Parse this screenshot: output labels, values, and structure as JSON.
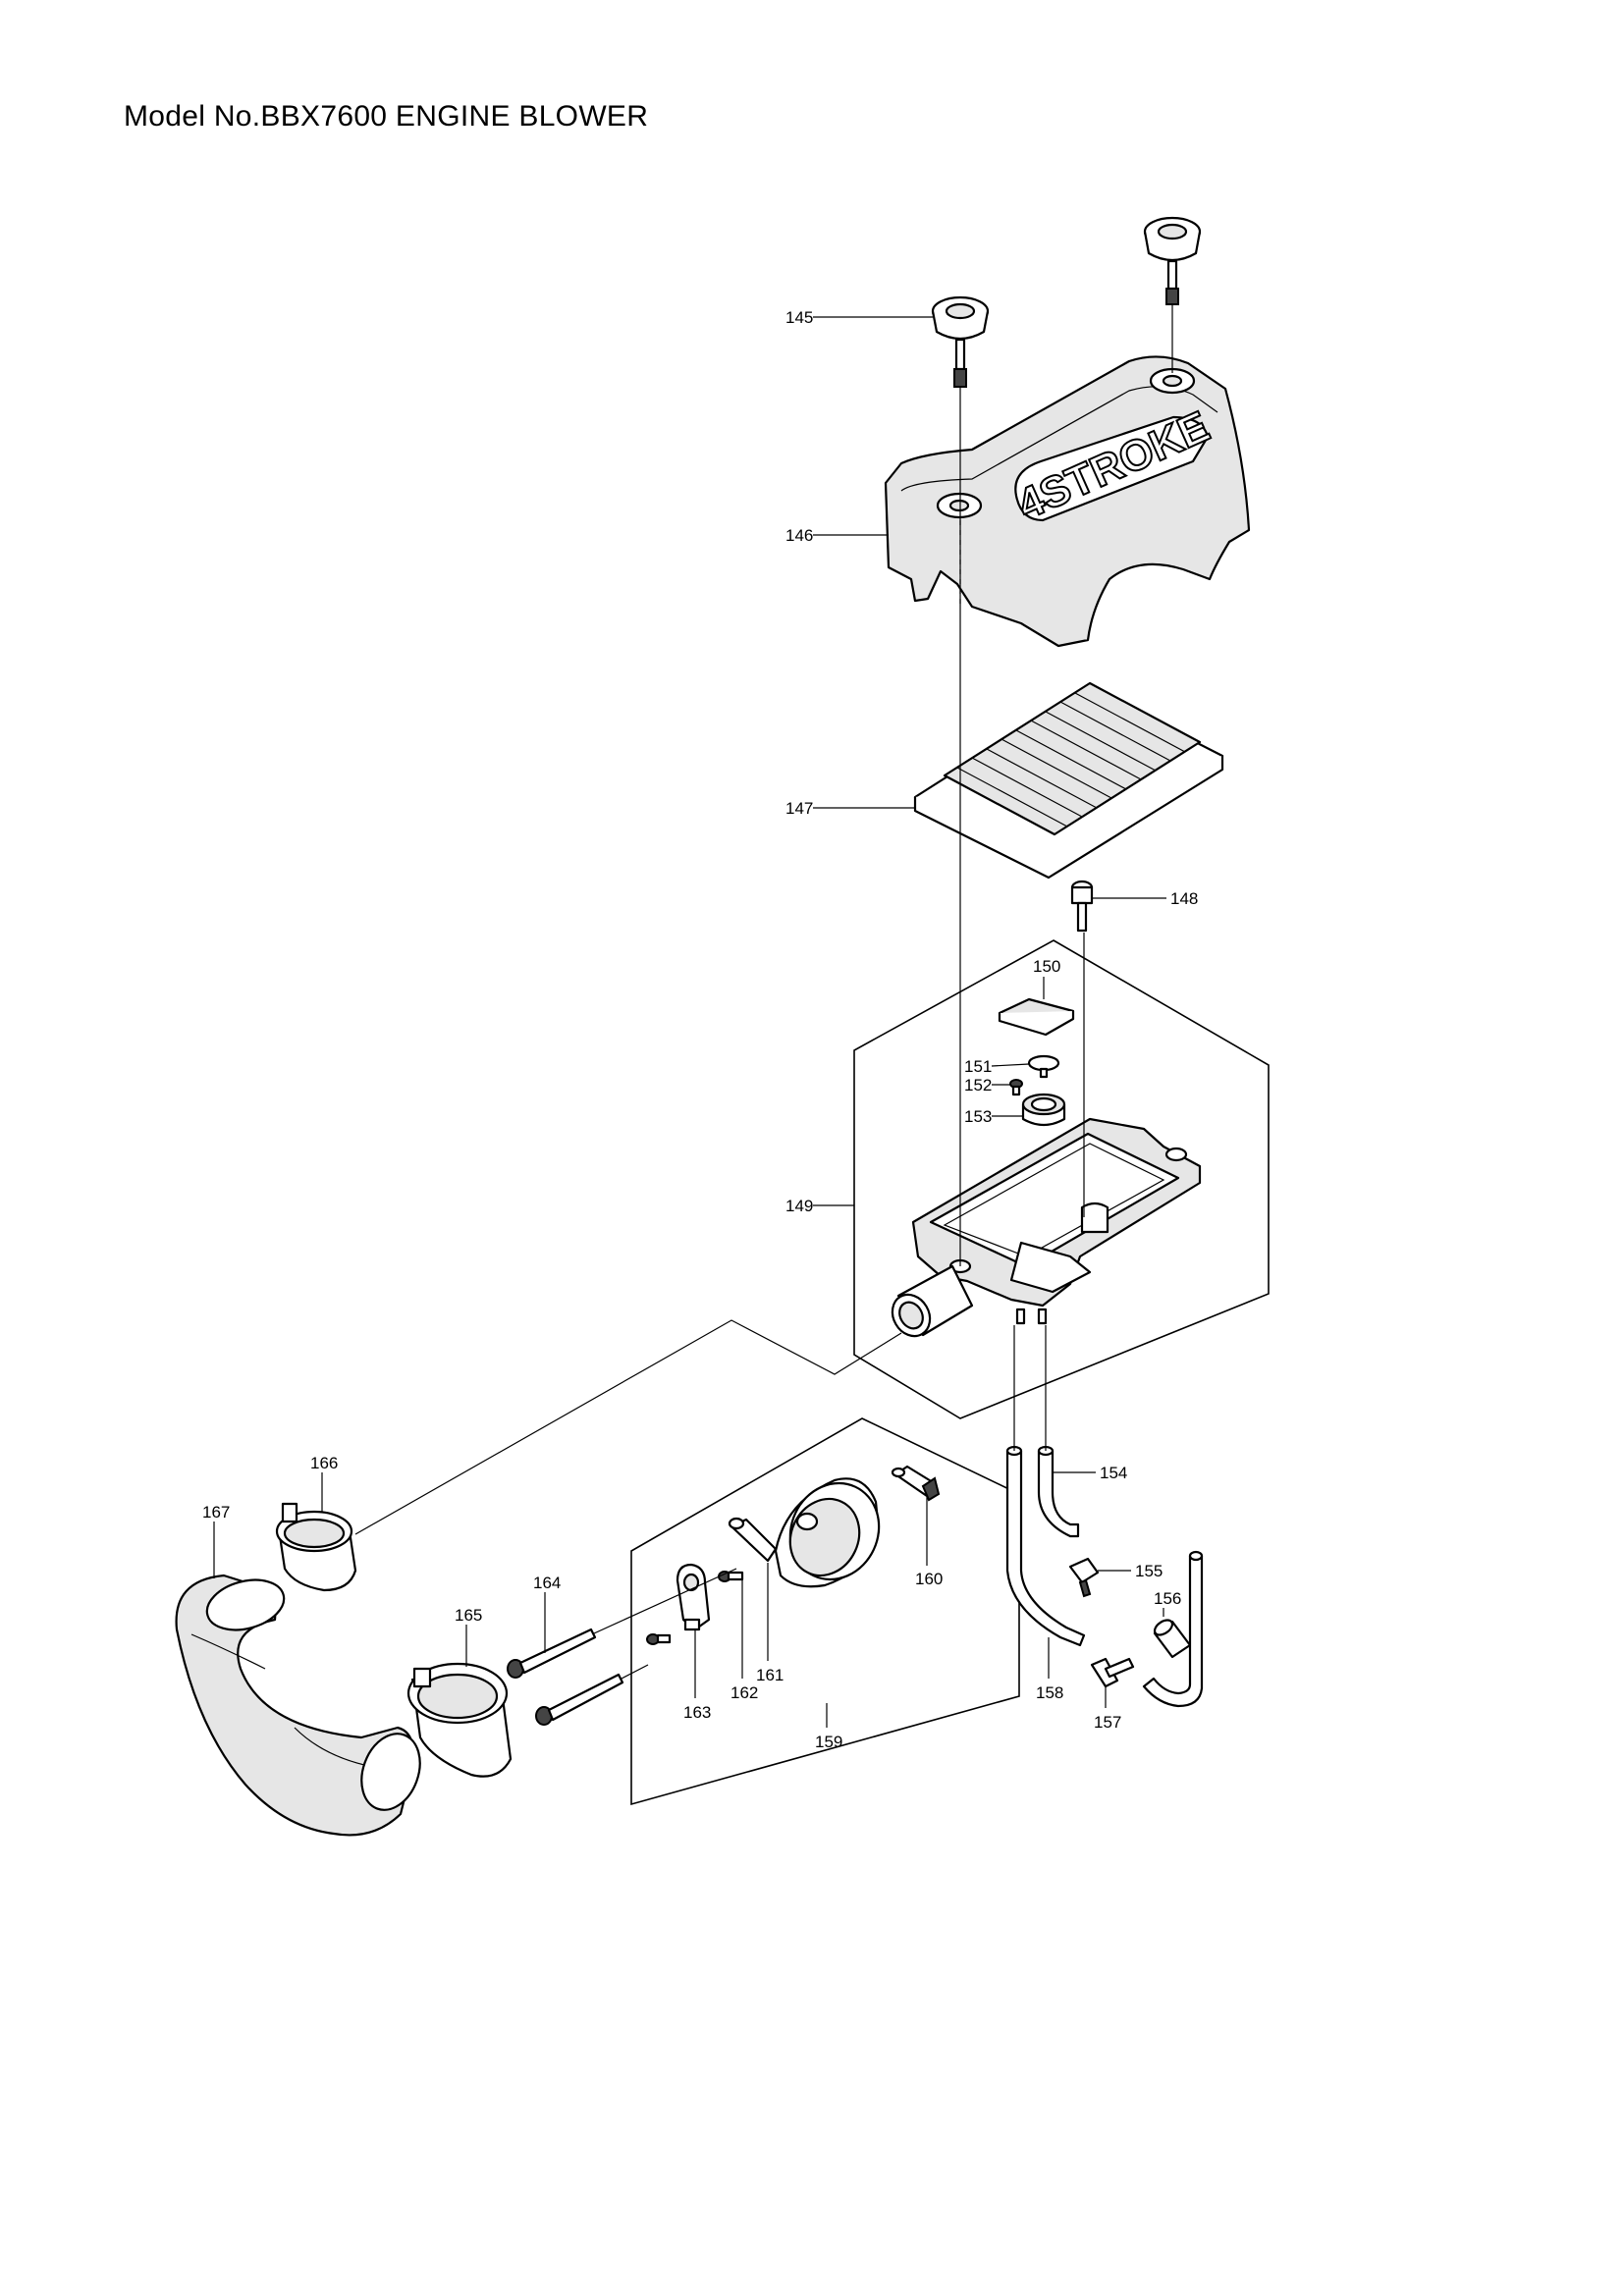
{
  "title": "Model No.BBX7600 ENGINE BLOWER",
  "logo_text": "4STROKE",
  "parts": [
    "145",
    "146",
    "147",
    "148",
    "149",
    "150",
    "151",
    "152",
    "153",
    "154",
    "155",
    "156",
    "157",
    "158",
    "159",
    "160",
    "161",
    "162",
    "163",
    "164",
    "165",
    "166",
    "167"
  ]
}
